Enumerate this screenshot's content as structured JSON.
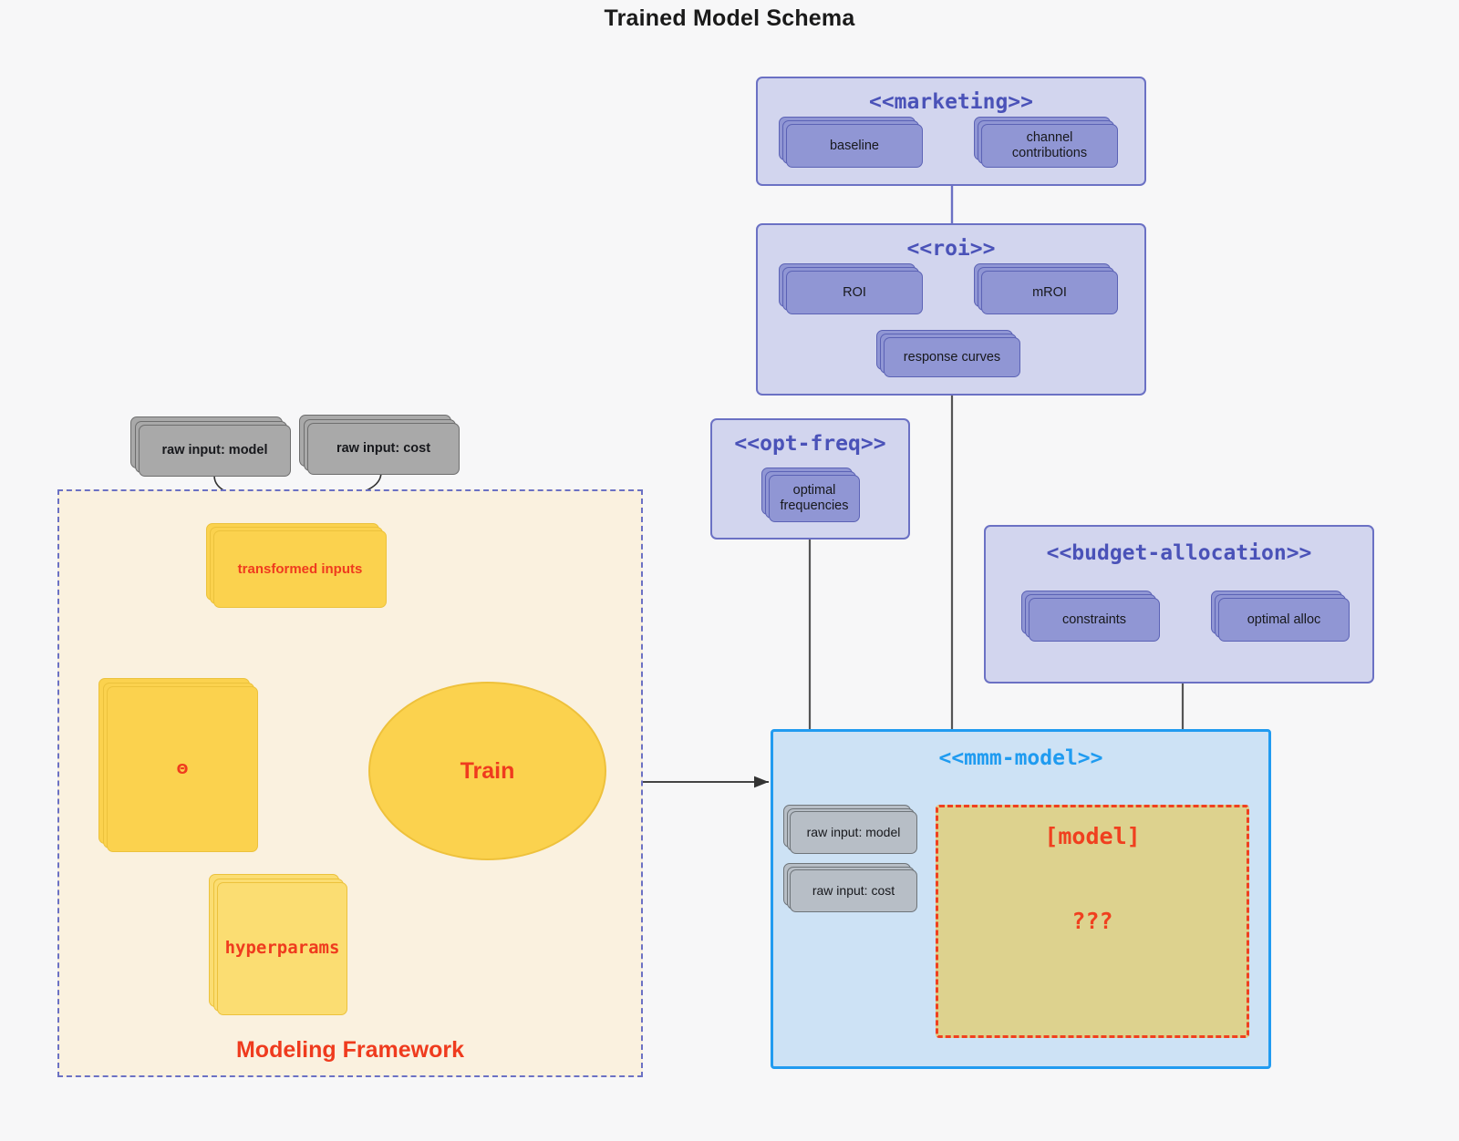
{
  "title": "Trained Model Schema",
  "packages": {
    "marketing": {
      "label": "<<marketing>>",
      "nodes": [
        {
          "label": "baseline"
        },
        {
          "label": "channel contributions"
        }
      ]
    },
    "roi": {
      "label": "<<roi>>",
      "nodes": [
        {
          "label": "ROI"
        },
        {
          "label": "mROI"
        },
        {
          "label": "response curves"
        }
      ]
    },
    "opt_freq": {
      "label": "<<opt-freq>>",
      "nodes": [
        {
          "label": "optimal\nfrequencies",
          "line1": "optimal",
          "line2": "frequencies"
        }
      ]
    },
    "budget_allocation": {
      "label": "<<budget-allocation>>",
      "nodes": [
        {
          "label": "constraints"
        },
        {
          "label": "optimal alloc"
        }
      ]
    },
    "mmm_model": {
      "label": "<<mmm-model>>",
      "inputs": [
        {
          "label": "raw input: model"
        },
        {
          "label": "raw input: cost"
        }
      ],
      "model_box": {
        "title": "[model]",
        "unknown": "???"
      }
    }
  },
  "framework": {
    "label": "Modeling Framework",
    "raw_inputs": [
      {
        "label": "raw input: model"
      },
      {
        "label": "raw input: cost"
      }
    ],
    "transformed_inputs": "transformed inputs",
    "theta": "Θ",
    "hyperparams": "hyperparams",
    "train": "Train"
  },
  "colors": {
    "background": "#f7f7f8",
    "package_fill": "#d2d5ee",
    "package_border": "#6b71c4",
    "package_title": "#4a52b8",
    "node_purple_fill": "#9096d4",
    "node_purple_border": "#5b62b5",
    "node_gray_fill": "#a9a9a9",
    "node_gray_border": "#6e6e6e",
    "framework_fill": "#faf1df",
    "framework_border": "#6b71c4",
    "accent_red": "#ef3b1e",
    "node_yellow_fill": "#fbd24e",
    "node_yellow_border": "#ecc23c",
    "mmm_fill": "#cde2f5",
    "mmm_border": "#219bf0",
    "mmm_title": "#1f9bf0",
    "model_box_fill": "#ddd28e",
    "model_box_border": "#f0401f",
    "wire_gray": "#555555"
  }
}
